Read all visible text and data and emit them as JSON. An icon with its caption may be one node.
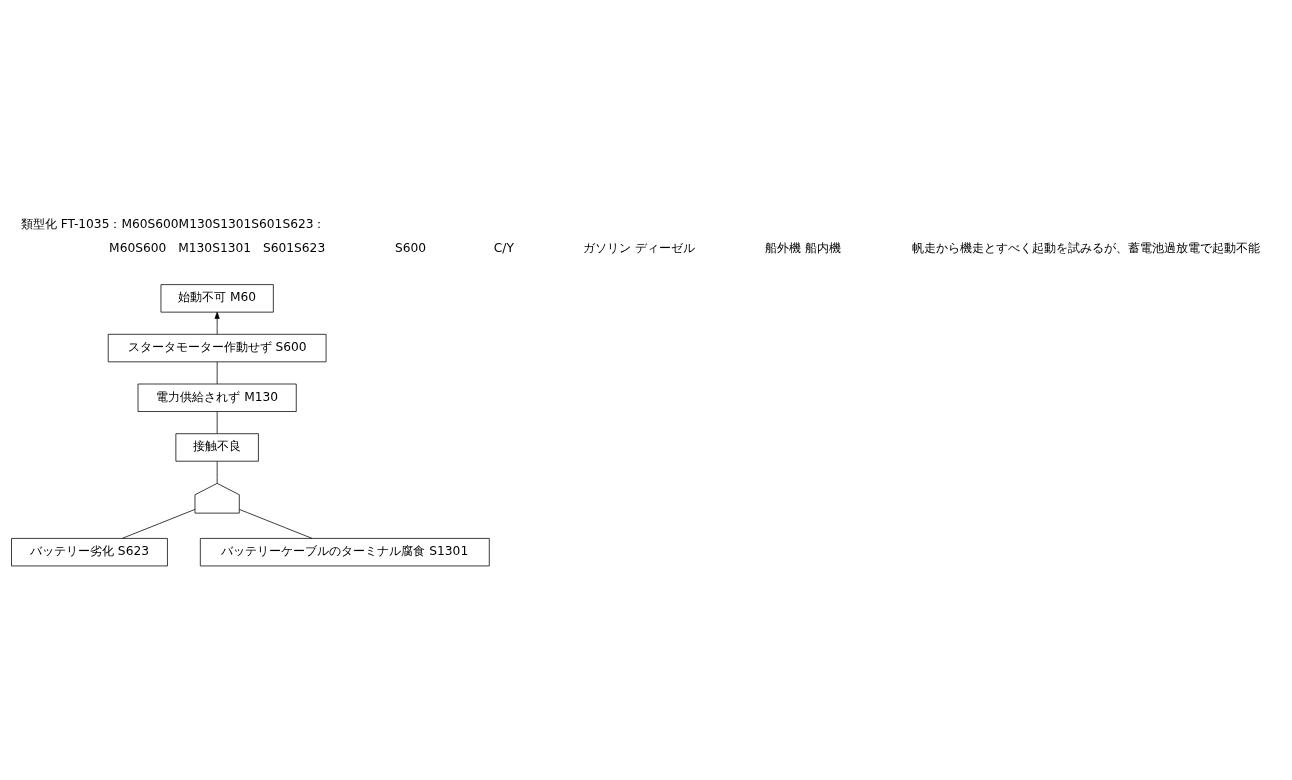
{
  "diagram": {
    "title": "類型化 FT-1035：M60S600M130S1301S601S623：",
    "nodes": [
      {
        "text": [
          "始動不可 M60"
        ]
      },
      {
        "text": [
          "スタータモーター作動せず S600"
        ]
      },
      {
        "text": [
          "電力供給されず M130"
        ]
      },
      {
        "text": [
          "接触不良"
        ]
      },
      {
        "text": [],
        "shape": "gate"
      },
      {
        "text": [
          "バッテリー劣化 S623"
        ]
      },
      {
        "text": [
          "バッテリーケーブルのターミナル腐食 S1301"
        ]
      }
    ],
    "edges": [
      {
        "from": 1,
        "to": 0,
        "arrow": "to"
      },
      {
        "from": 2,
        "to": 1,
        "arrow": "none"
      },
      {
        "from": 3,
        "to": 2,
        "arrow": "none"
      },
      {
        "from": 4,
        "to": 3,
        "arrow": "none"
      },
      {
        "from": 5,
        "to": 4,
        "arrow": "none"
      },
      {
        "from": 6,
        "to": 4,
        "arrow": "none"
      }
    ],
    "labels": [
      "M60S600　M130S1301　S601S623",
      "S600",
      "C/Y",
      "ガソリン ディーゼル",
      "船外機 船内機",
      "帆走から機走とすべく起動を試みるが、蓄電池過放電で起動不能"
    ]
  }
}
